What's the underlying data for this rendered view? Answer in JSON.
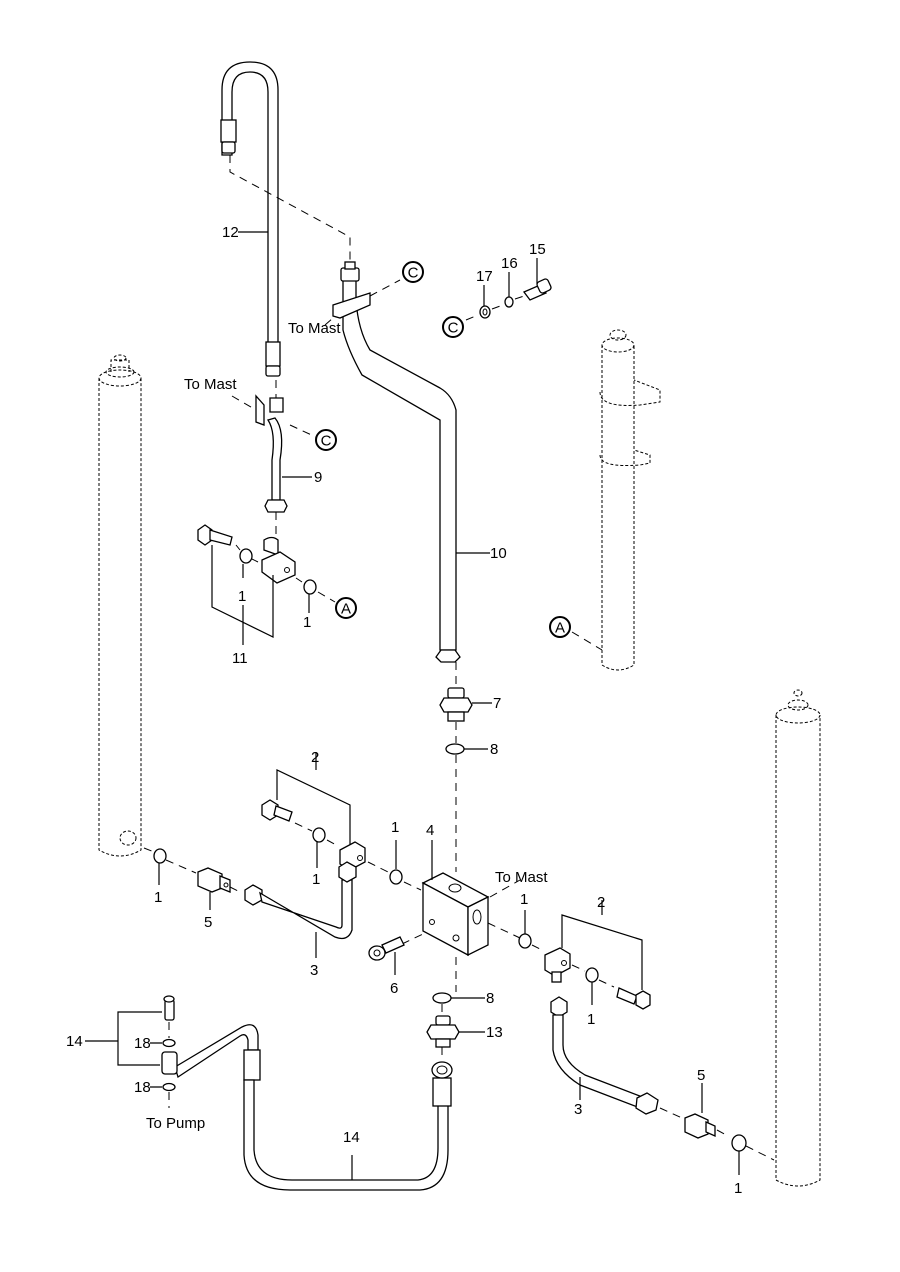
{
  "diagram": {
    "type": "exploded-parts-view",
    "subject": "Hydraulic lift cylinder plumbing"
  },
  "callouts": {
    "c1_left_cyl": "1",
    "c1_upper_block_a": "1",
    "c1_upper_block_b": "1",
    "c1_mid_a": "1",
    "c1_mid_b": "1",
    "c1_right_a": "1",
    "c1_right_b": "1",
    "c1_right_cyl": "1",
    "c2_left": "2",
    "c2_right": "2",
    "c3_left": "3",
    "c3_right": "3",
    "c4": "4",
    "c5_left": "5",
    "c5_right": "5",
    "c6": "6",
    "c7": "7",
    "c8_upper": "8",
    "c8_lower": "8",
    "c9": "9",
    "c10": "10",
    "c11": "11",
    "c12": "12",
    "c13": "13",
    "c14_bracket": "14",
    "c14_hose": "14",
    "c15": "15",
    "c16": "16",
    "c17": "17",
    "c18_upper": "18",
    "c18_lower": "18"
  },
  "notes": {
    "to_mast_upper": "To Mast",
    "to_mast_left": "To Mast",
    "to_mast_block": "To Mast",
    "to_pump": "To Pump"
  },
  "reference_markers": {
    "c_top": "C",
    "c_fasteners": "C",
    "c_clamp": "C",
    "a_block": "A",
    "a_cylinder": "A"
  }
}
